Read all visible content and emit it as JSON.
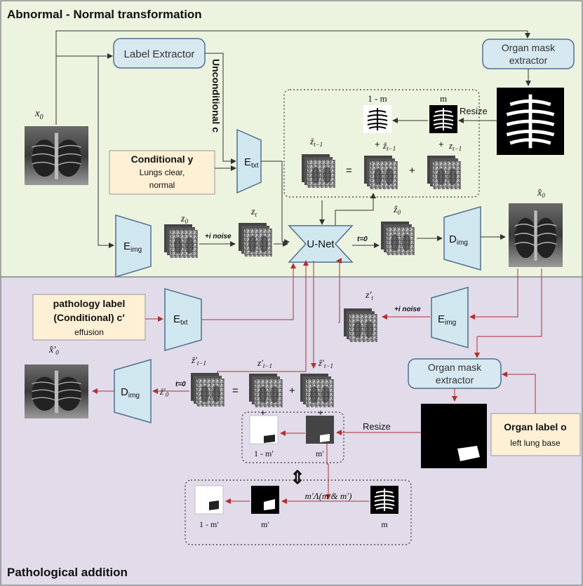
{
  "sections": {
    "top_title": "Abnormal - Normal transformation",
    "bottom_title": "Pathological addition"
  },
  "colors": {
    "top_bg": "#ecf3df",
    "bottom_bg": "#e1dbea",
    "box_blue": "#d7e8f1",
    "box_yellow": "#fdf0d5",
    "encoder_blue": "#d1e7f0",
    "arrow_dark": "#333333",
    "arrow_red": "#b03030"
  },
  "top": {
    "x0": "x",
    "x0_sub": "0",
    "label_extractor": "Label Extractor",
    "unconditional_label": "Unconditional c",
    "conditional": {
      "title": "Conditional y",
      "line1": "Lungs clear,",
      "line2": "normal"
    },
    "e_txt": "E",
    "e_txt_sub": "txt",
    "e_img": "E",
    "e_img_sub": "img",
    "z0": "z",
    "z0_sub": "0",
    "noise": "+i noise",
    "zt": "z",
    "zt_sub": "t",
    "unet": "U-Net",
    "t0": "t=0",
    "z0hat": "ẑ",
    "z0hat_sub": "0",
    "d_img": "D",
    "d_img_sub": "img",
    "x0hat": "x̂",
    "x0hat_sub": "0",
    "organ_mask_extractor": {
      "line1": "Organ mask",
      "line2": "extractor"
    },
    "resize": "Resize",
    "one_minus_m": "1 - m",
    "m": "m",
    "eq_lhs": "ẑ",
    "eq_lhs_sub": "t−1",
    "eq_equals": "=",
    "eq_plus": "+",
    "eq_t1_prefix": "+",
    "eq_t1": "ẑ",
    "eq_t1_sub": "t−1",
    "eq_t2_prefix": "+",
    "eq_t2": "z",
    "eq_t2_sub": "t−1"
  },
  "bottom": {
    "pathology": {
      "line1": "pathology label",
      "line2": "(Conditional) c′",
      "line3": "effusion"
    },
    "e_txt": "E",
    "e_txt_sub": "txt",
    "zt_prime": "z′",
    "zt_prime_sub": "t",
    "noise": "+i noise",
    "e_img": "E",
    "e_img_sub": "img",
    "x0hat_prime": "x̂′",
    "x0hat_prime_sub": "0",
    "d_img": "D",
    "d_img_sub": "img",
    "z0hat_prime": "ẑ′",
    "z0hat_prime_sub": "0",
    "t0": "t=0",
    "eq_lhs": "ẑ′",
    "eq_lhs_sub": "t−1",
    "eq_equals": "=",
    "eq_mid": "z′",
    "eq_mid_sub": "t−1",
    "eq_plus": "+",
    "eq_rhs": "ẑ′",
    "eq_rhs_sub": "t−1",
    "plus_a": "+",
    "plus_b": "+",
    "organ_mask_extractor": {
      "line1": "Organ mask",
      "line2": "extractor"
    },
    "resize": "Resize",
    "one_minus_m_prime": "1 - m′",
    "m_prime": "m′",
    "organ_label": {
      "line1": "Organ label o",
      "line2": "left lung base"
    },
    "formula": "m′Λ(m & m′)",
    "one_minus_m_prime_2": "1 - m′",
    "m_prime_2": "m′",
    "m_2": "m",
    "double_arrow": "⇕"
  }
}
